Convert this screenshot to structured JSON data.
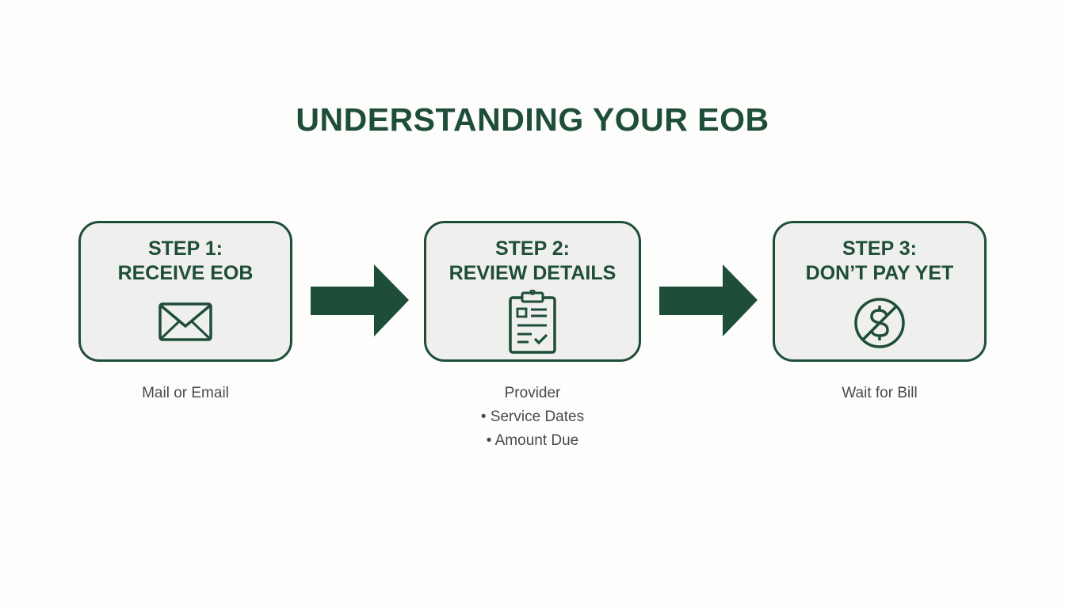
{
  "title": "UNDERSTANDING YOUR EOB",
  "colors": {
    "primary": "#1e4d3a",
    "card_bg": "#efefed",
    "caption": "#4a4a4a"
  },
  "steps": [
    {
      "step": "STEP 1:",
      "heading": "RECEIVE EOB",
      "icon": "envelope-icon",
      "caption": [
        "Mail or Email"
      ]
    },
    {
      "step": "STEP 2:",
      "heading": "REVIEW DETAILS",
      "icon": "clipboard-checklist-icon",
      "caption": [
        "Provider",
        "• Service Dates",
        "• Amount Due"
      ]
    },
    {
      "step": "STEP 3:",
      "heading": "DON’T PAY YET",
      "icon": "no-dollar-icon",
      "caption": [
        "Wait for Bill"
      ]
    }
  ]
}
